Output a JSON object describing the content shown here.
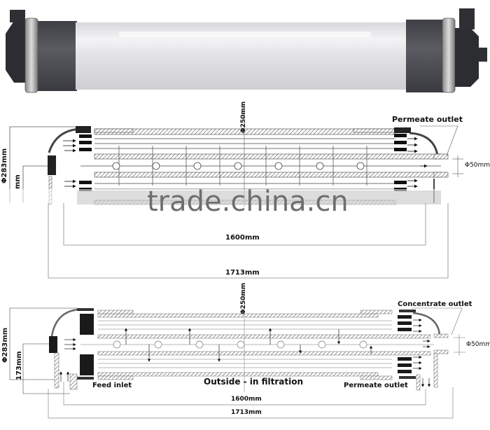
{
  "product_photo": {
    "name": "UF membrane module photo",
    "tube_color": "#e6e6e8",
    "cap_color": "#4d4f55"
  },
  "diagram1": {
    "labels": {
      "permeate_outlet": "Permeate outlet",
      "diameter_body": "Φ250mm",
      "diameter_outer": "Φ283mm",
      "diameter_pipe": "Φ50mm",
      "partial_dim": "mm",
      "length_inner": "1600mm",
      "length_total": "1713mm"
    }
  },
  "watermark": "trade.china.cn",
  "diagram2": {
    "labels": {
      "concentrate_outlet": "Concentrate outlet",
      "permeate_outlet": "Permeate outlet",
      "feed_inlet": "Feed inlet",
      "filtration_mode": "Outside - in filtration",
      "diameter_body": "Φ250mm",
      "diameter_outer": "Φ283mm",
      "diameter_pipe": "Φ50mm",
      "height_port": "173mm",
      "length_inner": "1600mm",
      "length_total": "1713mm"
    }
  }
}
